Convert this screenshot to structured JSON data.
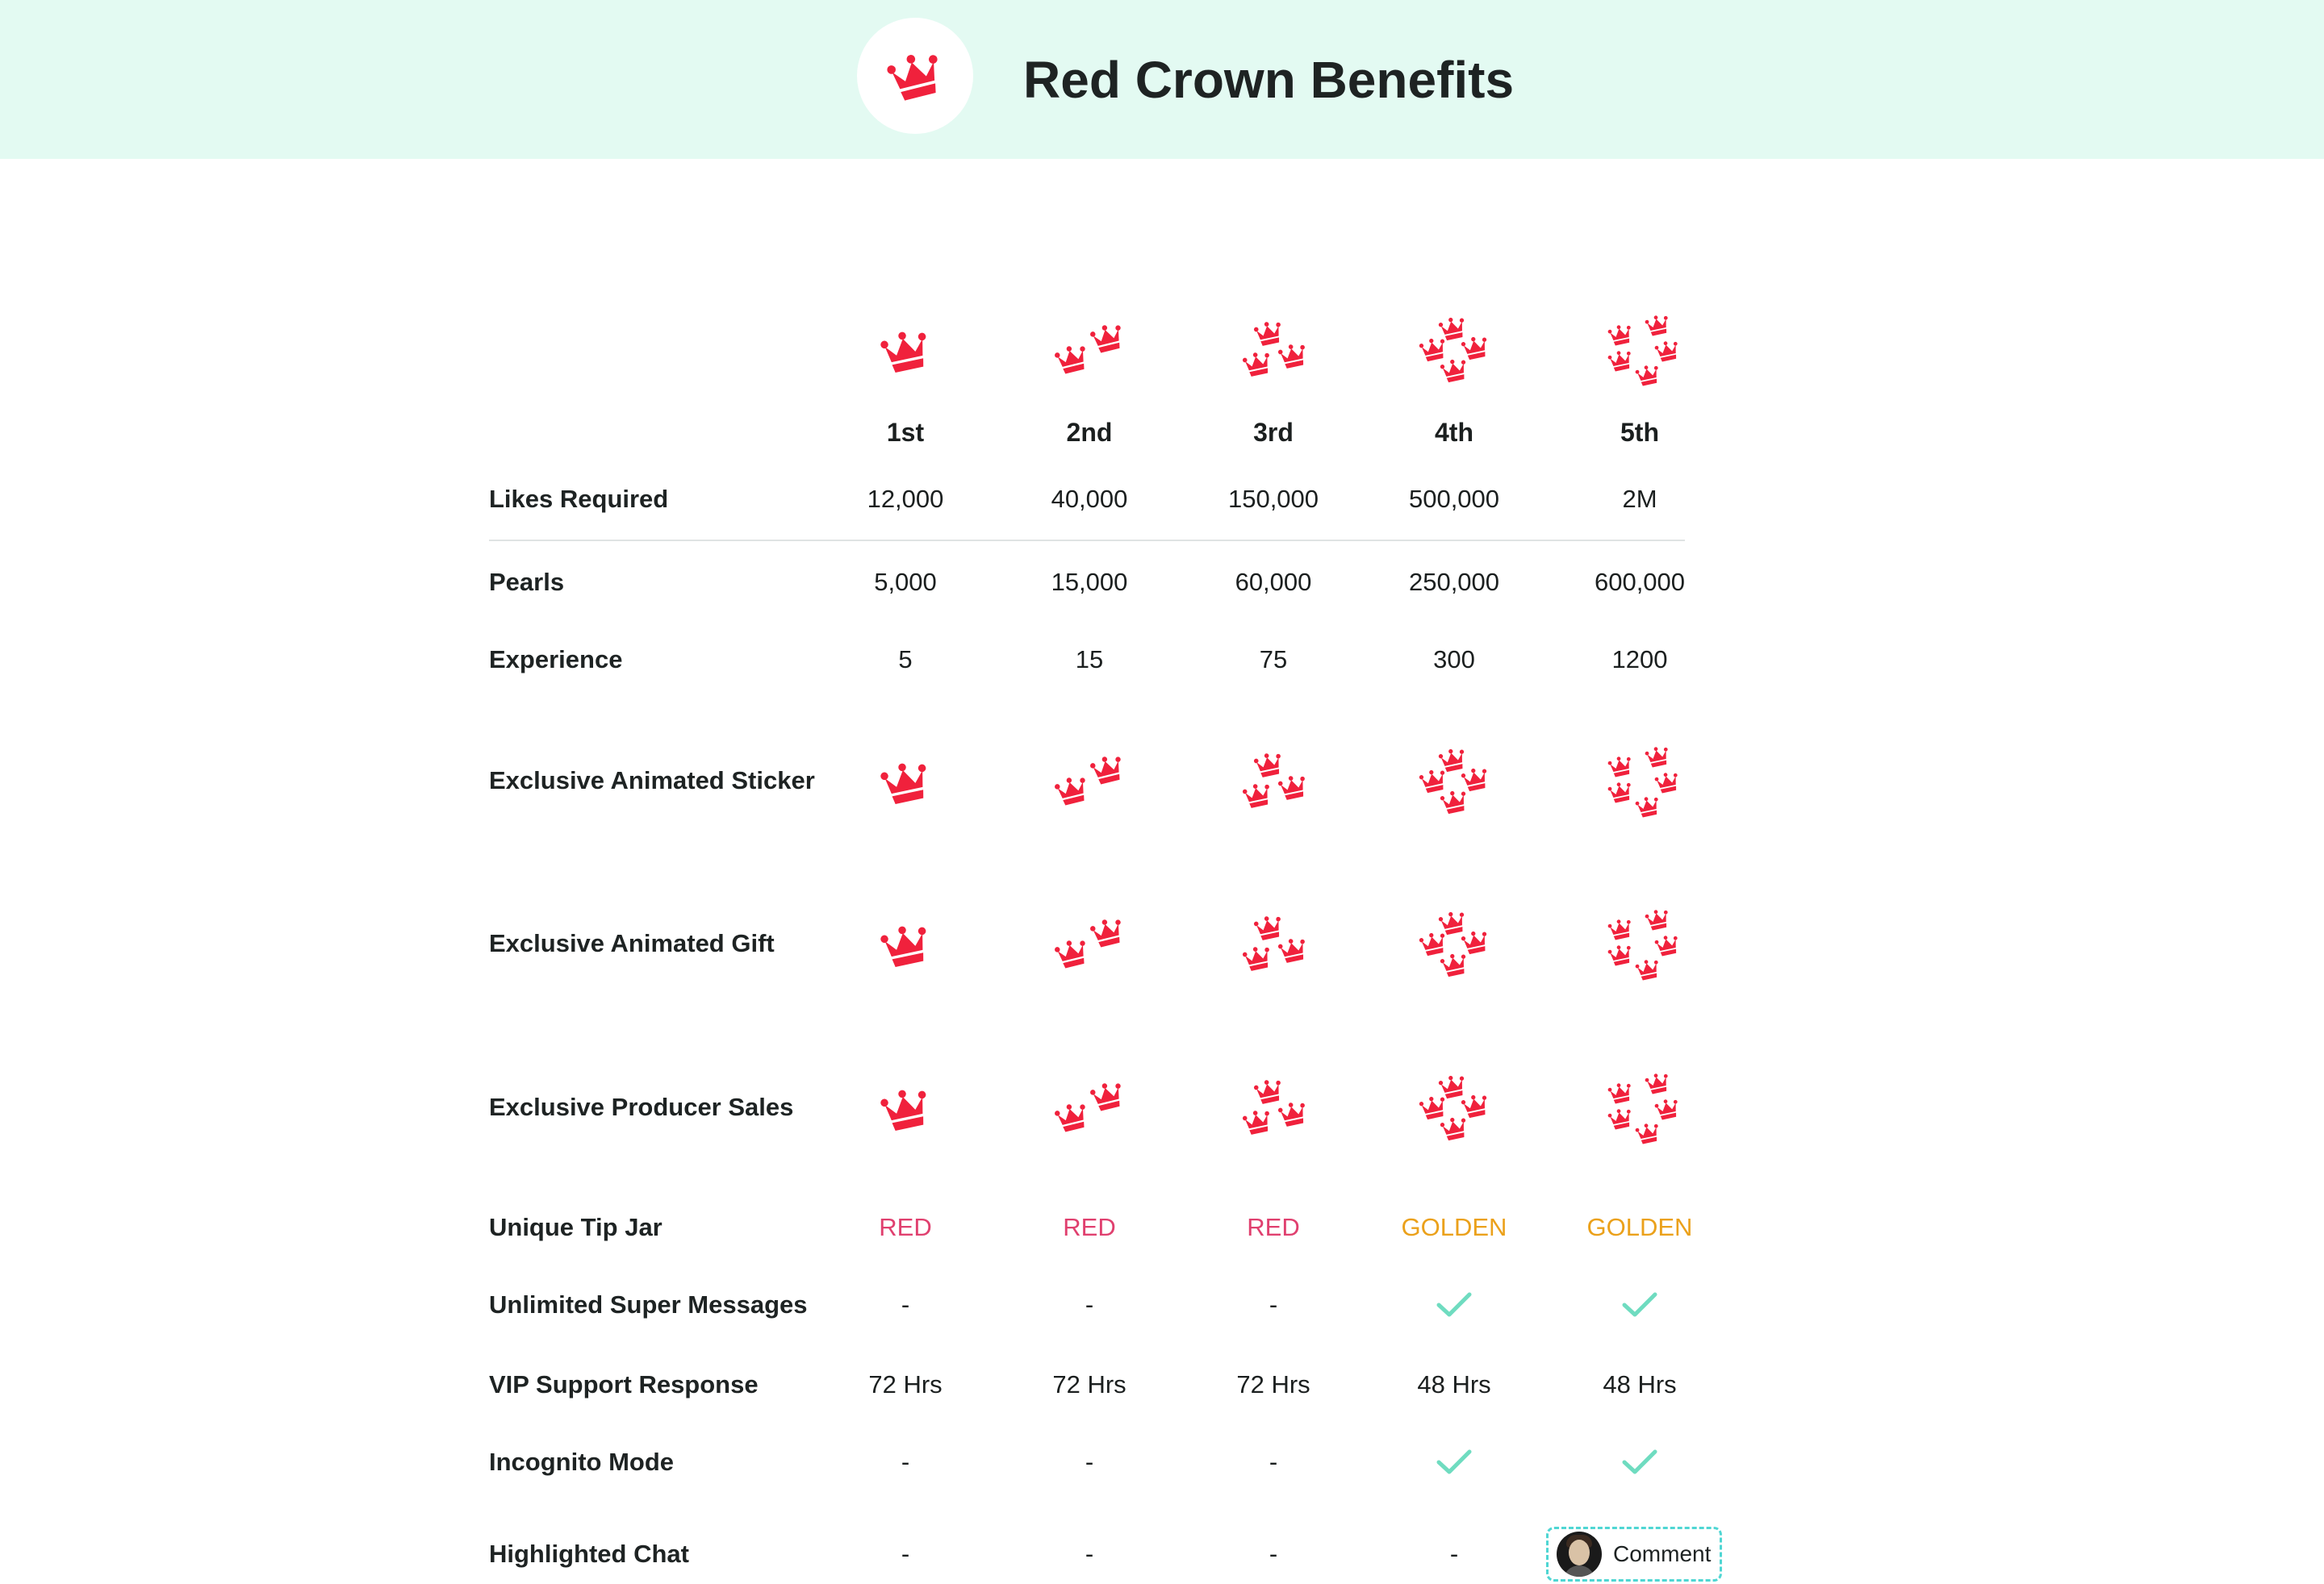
{
  "header": {
    "title": "Red Crown Benefits",
    "logo_icon": "red-crown-icon",
    "background": "#e3faf2"
  },
  "colors": {
    "crown_red": "#f0213c",
    "tip_red": "#e0406f",
    "tip_golden": "#eba11b",
    "check_mint": "#6fdcc0"
  },
  "tiers": [
    {
      "label": "1st",
      "crowns": 1
    },
    {
      "label": "2nd",
      "crowns": 2
    },
    {
      "label": "3rd",
      "crowns": 3
    },
    {
      "label": "4th",
      "crowns": 4
    },
    {
      "label": "5th",
      "crowns": 5
    }
  ],
  "rows": {
    "likes": {
      "label": "Likes Required",
      "values": [
        "12,000",
        "40,000",
        "150,000",
        "500,000",
        "2M"
      ]
    },
    "pearls": {
      "label": "Pearls",
      "values": [
        "5,000",
        "15,000",
        "60,000",
        "250,000",
        "600,000"
      ]
    },
    "experience": {
      "label": "Experience",
      "values": [
        "5",
        "15",
        "75",
        "300",
        "1200"
      ]
    },
    "sticker": {
      "label": "Exclusive Animated Sticker",
      "icon": "crown-icon"
    },
    "gift": {
      "label": "Exclusive Animated Gift",
      "icon": "crown-icon"
    },
    "producer": {
      "label": "Exclusive Producer Sales",
      "icon": "crown-icon"
    },
    "tipjar": {
      "label": "Unique Tip Jar",
      "values": [
        "RED",
        "RED",
        "RED",
        "GOLDEN",
        "GOLDEN"
      ]
    },
    "super": {
      "label": "Unlimited Super Messages",
      "values": [
        "-",
        "-",
        "-",
        "check",
        "check"
      ]
    },
    "vip": {
      "label": "VIP Support Response",
      "values": [
        "72 Hrs",
        "72 Hrs",
        "72 Hrs",
        "48 Hrs",
        "48 Hrs"
      ]
    },
    "incognito": {
      "label": "Incognito Mode",
      "values": [
        "-",
        "-",
        "-",
        "check",
        "check"
      ]
    },
    "chat": {
      "label": "Highlighted Chat",
      "values": [
        "-",
        "-",
        "-",
        "-"
      ]
    }
  },
  "comment": {
    "label": "Comment",
    "icon": "avatar"
  }
}
